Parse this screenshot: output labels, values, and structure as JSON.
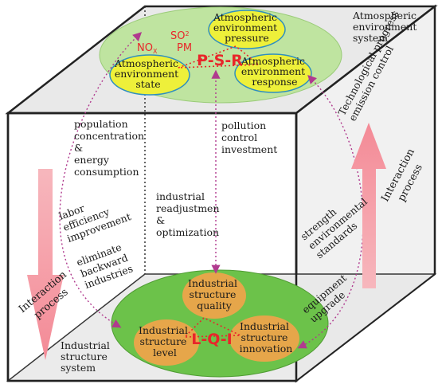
{
  "top": {
    "system_label": [
      "Atmospheric",
      "environment",
      "system"
    ],
    "pressure": [
      "Atmospheric",
      "environment",
      "pressure"
    ],
    "state": [
      "Atmospheric",
      "environment",
      "state"
    ],
    "response": [
      "Atmospheric",
      "environment",
      "response"
    ],
    "psr": "P-S-R",
    "so2": "SO",
    "so2_sub": "2",
    "nox": "NO",
    "nox_sub": "X",
    "pm": "PM"
  },
  "bottom": {
    "system_label": [
      "Industrial",
      "structure",
      "system"
    ],
    "quality": [
      "Industrial",
      "structure",
      "quality"
    ],
    "level": [
      "Industrial",
      "structure",
      "level"
    ],
    "innovation": [
      "Industrial",
      "structure",
      "innovation"
    ],
    "lqi": "L-Q-I"
  },
  "notes": {
    "population": [
      "population",
      "concentration",
      "&",
      "energy",
      "consumption"
    ],
    "labor": [
      "labor",
      "efficiency",
      "improvement"
    ],
    "eliminate": [
      "eliminate",
      "backward",
      "industries"
    ],
    "pollution": [
      "pollution",
      "control",
      "investment"
    ],
    "readjust": [
      "industrial",
      "readjustmen",
      "&",
      "optimization"
    ],
    "technological": [
      "Technological progress",
      "emission control"
    ],
    "strength": [
      "strength",
      "environmental",
      "standards"
    ],
    "equipment": [
      "equipment",
      "upgrade"
    ],
    "interaction_left": [
      "Interaction",
      "process"
    ],
    "interaction_right": [
      "Interaction",
      "process"
    ]
  },
  "colors": {
    "top_ellipse": "#bfe4a0",
    "bottom_ellipse": "#6cc24a",
    "yellow": "#eef03a",
    "orange": "#e6a64a",
    "pink_arrow": "#f6a0a8",
    "red_text": "#e8262a",
    "dotted_purple": "#b03a8e"
  }
}
